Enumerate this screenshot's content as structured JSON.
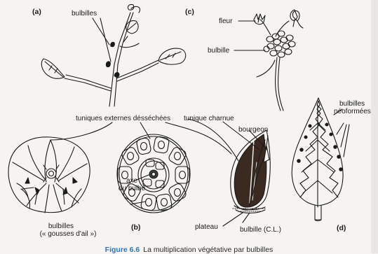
{
  "figure": {
    "number": "Figure 6.6",
    "caption": "La multiplication végétative par bulbilles"
  },
  "panels": {
    "a": "(a)",
    "b": "(b)",
    "c": "(c)",
    "d": "(d)"
  },
  "labels": {
    "bulbilles_a": "bulbilles",
    "fleur": "fleur",
    "bulbille_c": "bulbille",
    "tuniques_externes": "tuniques externes désséchées",
    "tunique_charnue": "tunique charnue",
    "bourgeon": "bourgeon",
    "axe_du_bulbe_1": "axe",
    "axe_du_bulbe_2": "du bulbe",
    "bulbilles_ail_1": "bulbilles",
    "bulbilles_ail_2": "(« gousses d'ail »)",
    "plateau": "plateau",
    "bulbille_cl": "bulbille (C.L.)",
    "bulbilles_neo_1": "bulbilles",
    "bulbilles_neo_2": "néoformées"
  }
}
